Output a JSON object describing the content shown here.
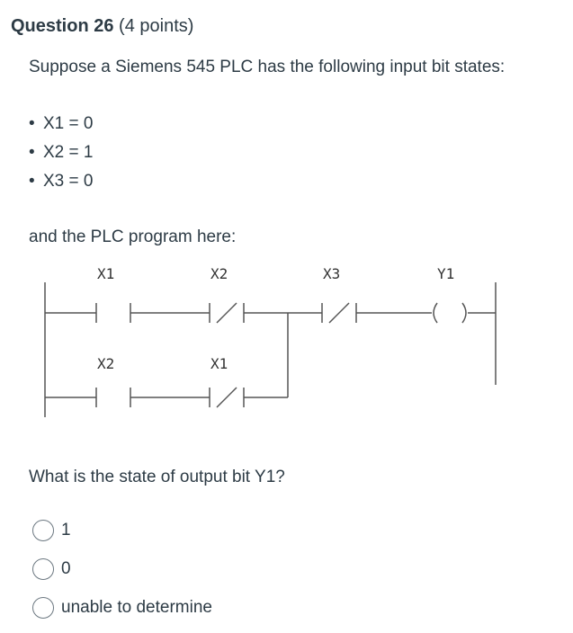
{
  "question": {
    "title": "Question 26",
    "points": "(4 points)",
    "prompt": "Suppose a Siemens 545 PLC has the following input bit states:",
    "inputs": [
      "X1 = 0",
      "X2 = 1",
      "X3 = 0"
    ],
    "bullet": "•",
    "program_intro": "and the PLC program here:",
    "ask": "What is the state of output bit Y1?"
  },
  "ladder": {
    "rung1_labels": [
      "X1",
      "X2",
      "X3",
      "Y1"
    ],
    "rung2_labels": [
      "X2",
      "X1"
    ],
    "rung1_elements": [
      "no-contact",
      "nc-contact",
      "nc-contact",
      "coil"
    ],
    "rung2_elements": [
      "no-contact",
      "nc-contact"
    ]
  },
  "answers": [
    {
      "label": "1",
      "selected": false
    },
    {
      "label": "0",
      "selected": false
    },
    {
      "label": "unable to determine",
      "selected": false
    }
  ]
}
